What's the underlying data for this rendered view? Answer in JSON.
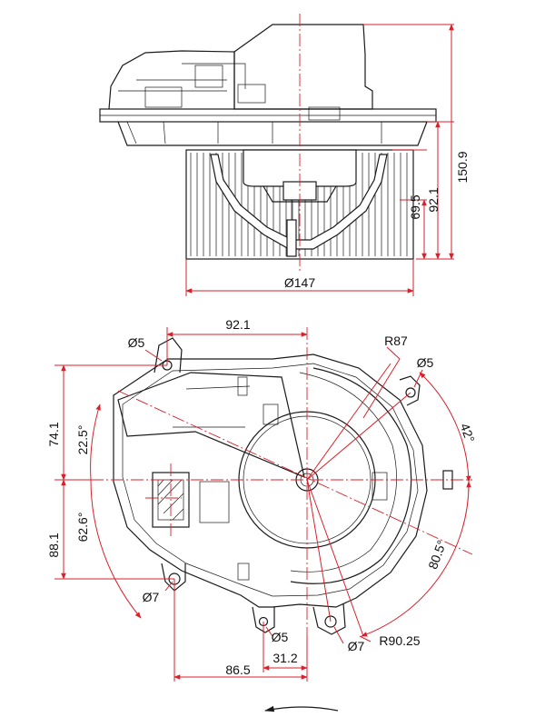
{
  "colors": {
    "dimension": "#d9202b",
    "outline": "#1a1a1a",
    "background": "#ffffff"
  },
  "side_view": {
    "dimensions": {
      "height_total": "150.9",
      "height_mid": "92.1",
      "height_low": "69.5",
      "diameter": "Ø147"
    }
  },
  "top_view": {
    "dimensions": {
      "width_top": "92.1",
      "radius": "R87",
      "hole_top_left": "Ø5",
      "hole_top_right": "Ø5",
      "angle_right": "42°",
      "height_upper": "74.1",
      "angle_upper": "22.5°",
      "angle_lower": "62.6°",
      "height_lower": "88.1",
      "angle_lower_right": "80.5°",
      "hole_left": "Ø7",
      "hole_bottom": "Ø5",
      "hole_bottom_right": "Ø7",
      "radius_large": "R90.25",
      "width_small": "31.2",
      "width_bottom": "86.5"
    }
  },
  "rotation_arrow": {
    "icon": "arrow-left-icon"
  }
}
